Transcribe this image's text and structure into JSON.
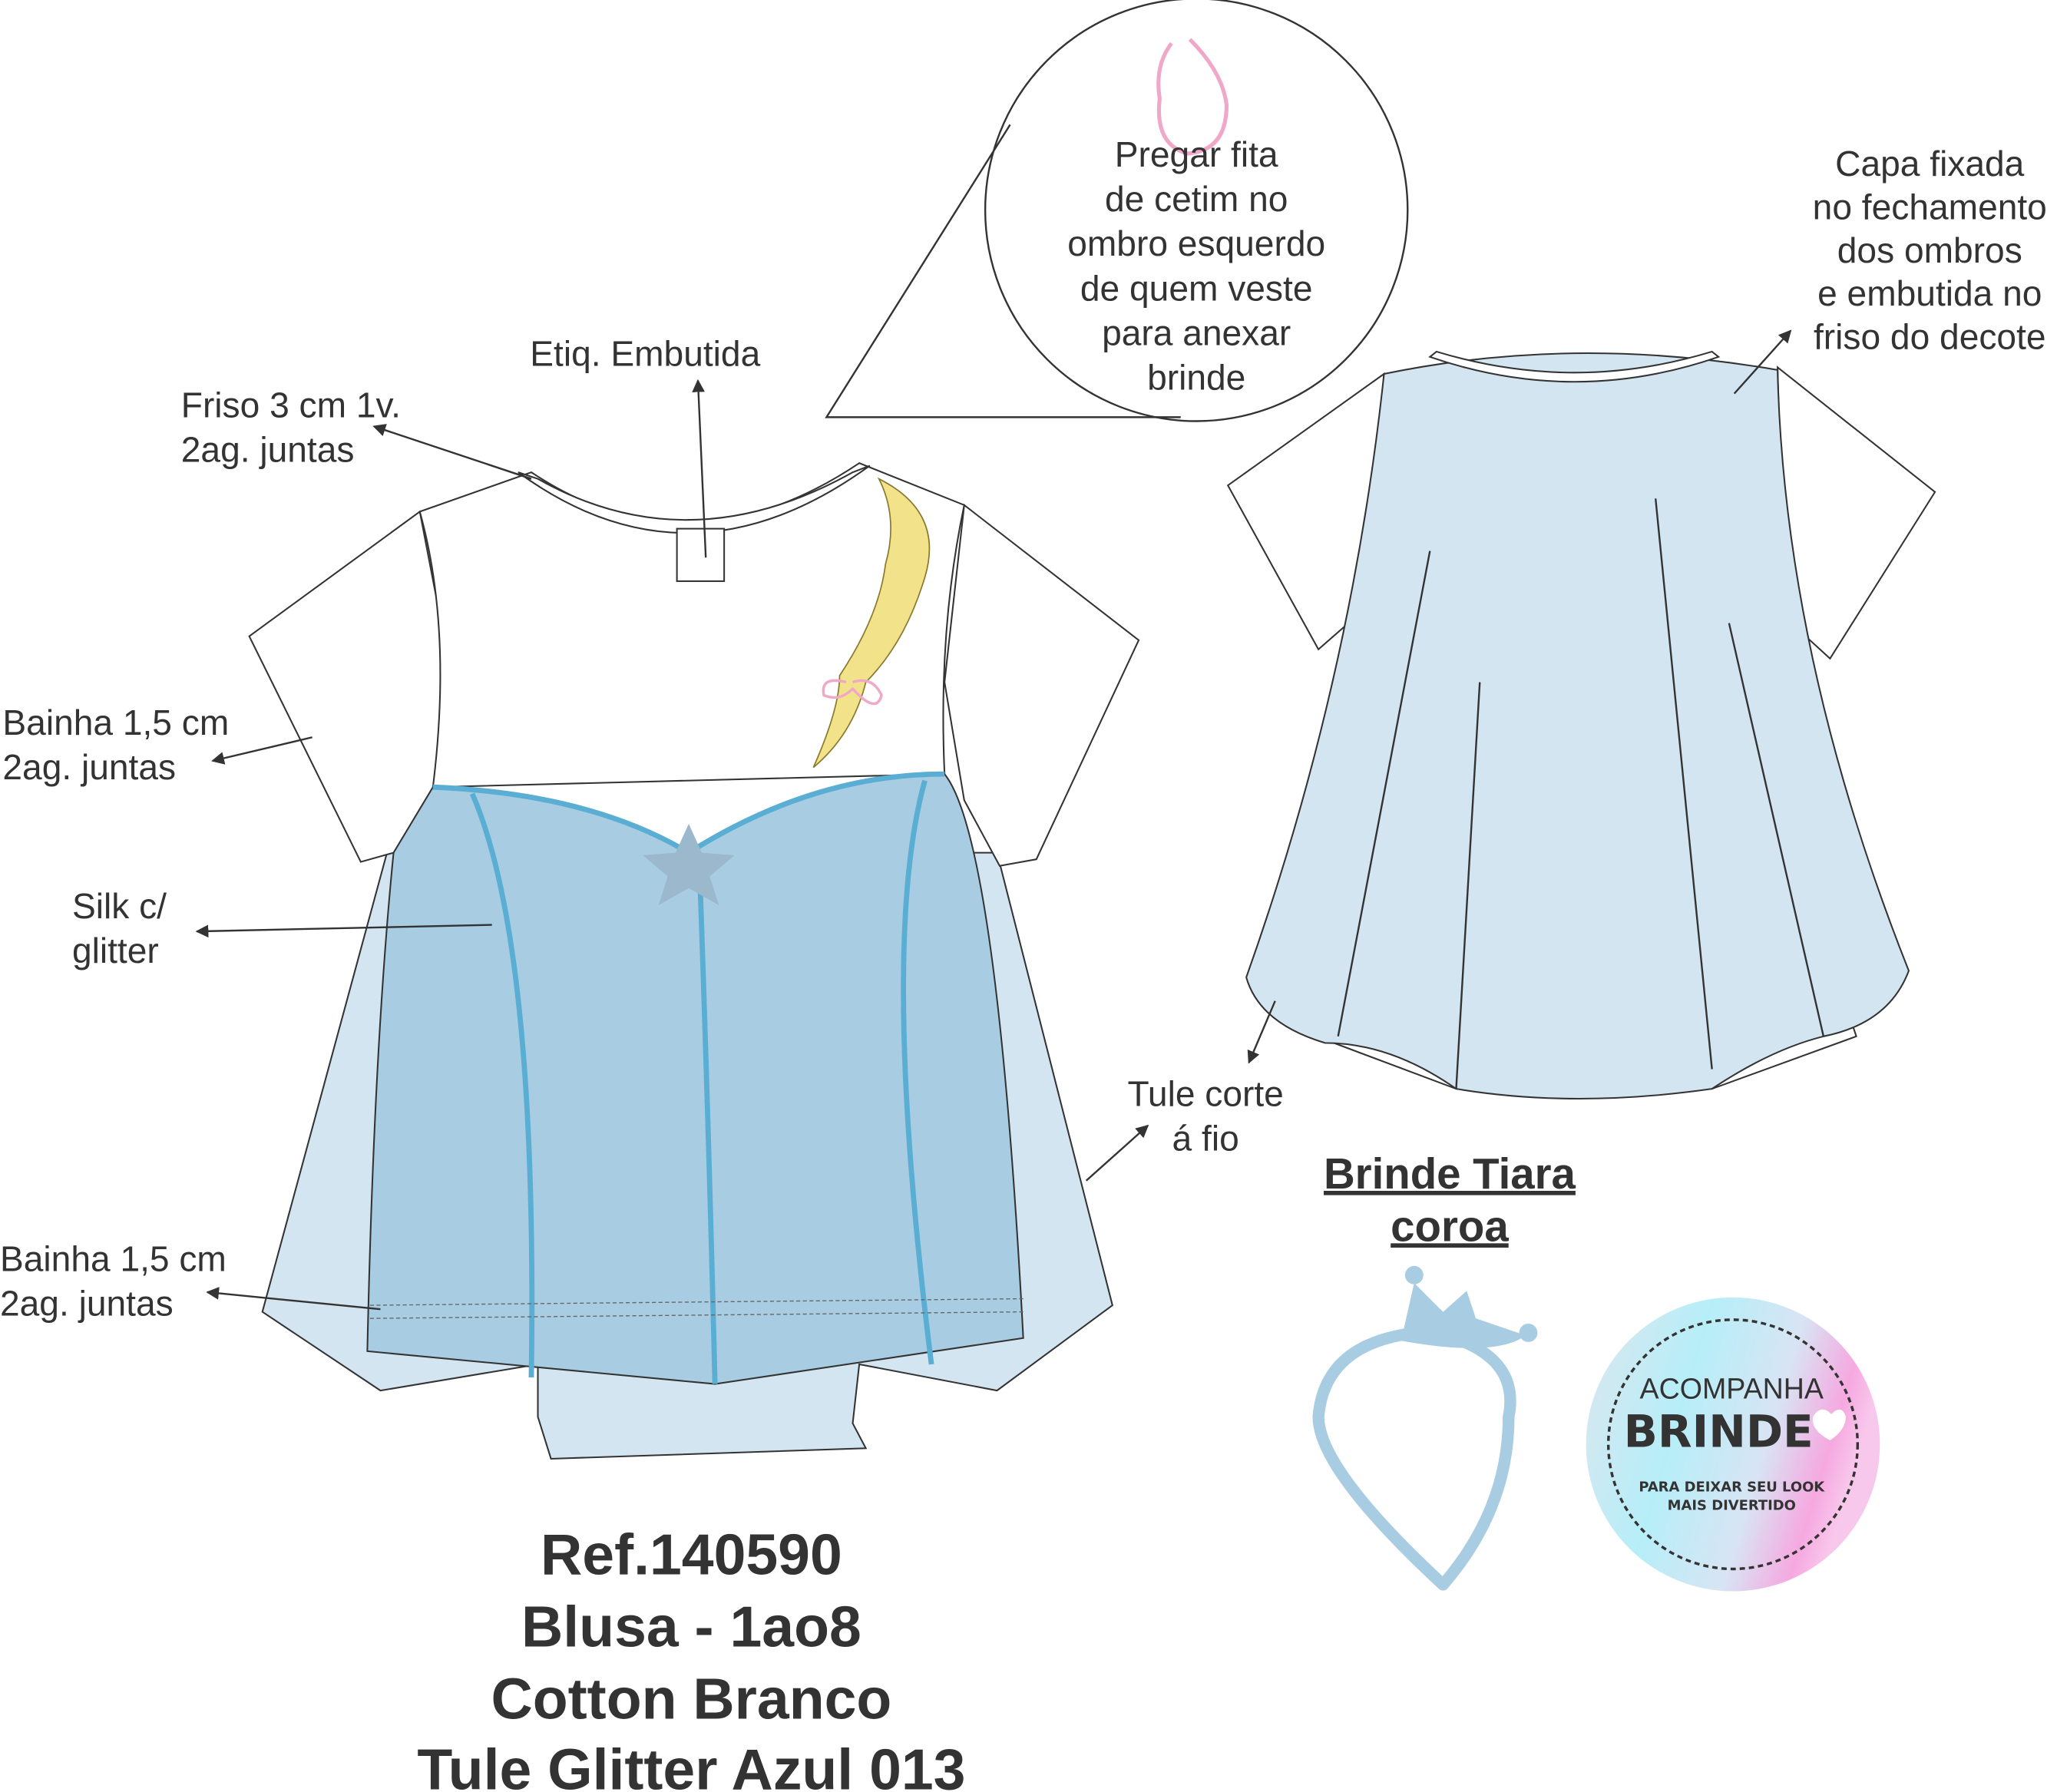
{
  "callouts": {
    "etiqueta": "Etiq. Embutida",
    "friso": [
      "Friso 3 cm 1v.",
      "2ag. juntas"
    ],
    "bainha_manga": [
      "Bainha 1,5 cm",
      "2ag. juntas"
    ],
    "silk": [
      "Silk c/",
      "glitter"
    ],
    "bainha_barra": [
      "Bainha 1,5 cm",
      "2ag. juntas"
    ],
    "tule": [
      "Tule corte",
      "á fio"
    ],
    "capa": [
      "Capa fixada",
      "no fechamento",
      "dos ombros",
      "e embutida no",
      "friso do decote"
    ],
    "fita": [
      "Pregar fita",
      "de cetim no",
      "ombro esquerdo",
      "de quem veste",
      "para anexar",
      "brinde"
    ]
  },
  "gift": {
    "title": [
      "Brinde Tiara",
      "coroa"
    ],
    "badge_top": "ACOMPANHA",
    "badge_main": "BRINDE",
    "badge_bottom": [
      "PARA DEIXAR SEU LOOK",
      "MAIS DIVERTIDO"
    ]
  },
  "product": {
    "ref": "Ref.140590",
    "name": "Blusa - 1ao8",
    "fabric1": "Cotton Branco",
    "fabric2": "Tule Glitter Azul 013"
  },
  "colors": {
    "tulle": "#d3e5f1",
    "bodice": "#a8cde2",
    "piping": "#5aaed3",
    "text": "#333333",
    "ribbon": "#f0a8c8",
    "braid": "#f2e28a"
  }
}
